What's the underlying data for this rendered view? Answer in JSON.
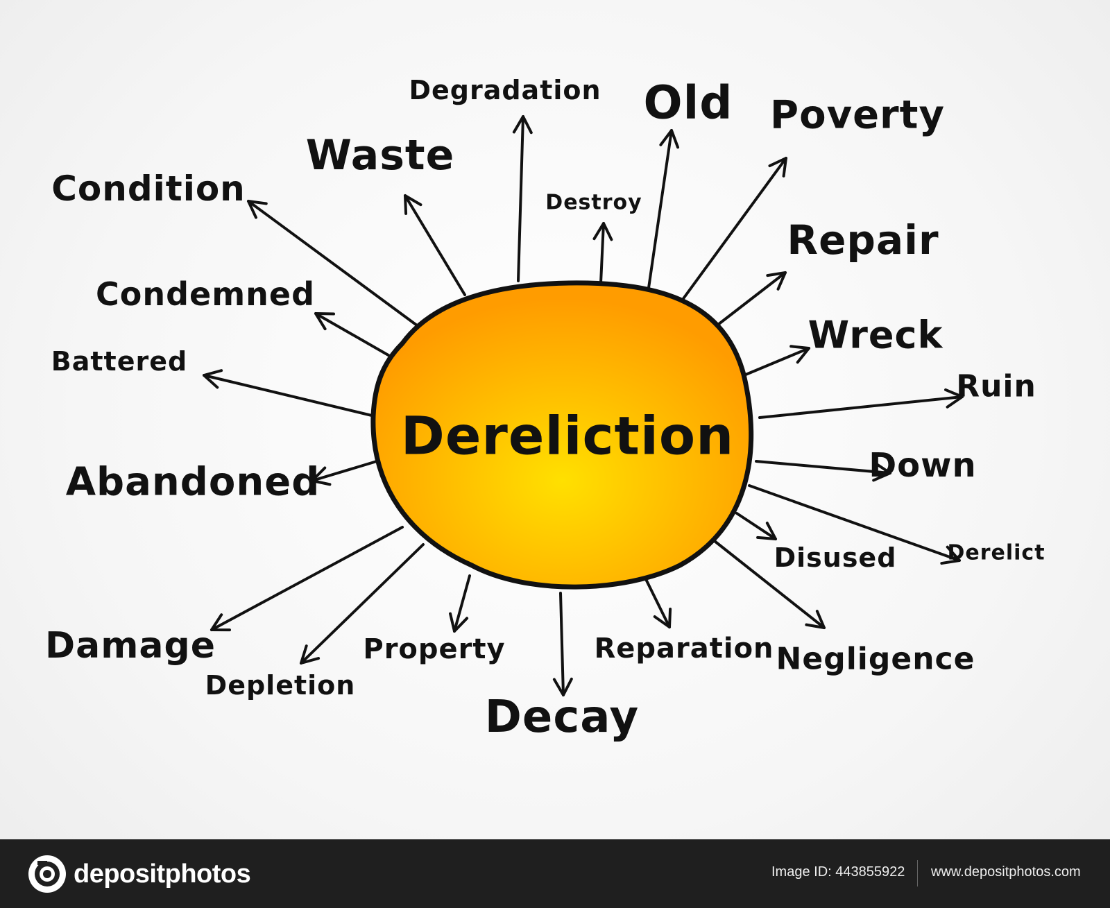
{
  "diagram": {
    "center": "Dereliction",
    "colors": {
      "hub_top": "#ff9a00",
      "hub_bottom": "#ffd400",
      "ink": "#111111",
      "footer_bg": "#1f1f1f"
    },
    "words": [
      "Degradation",
      "Old",
      "Poverty",
      "Waste",
      "Condition",
      "Destroy",
      "Repair",
      "Condemned",
      "Wreck",
      "Battered",
      "Ruin",
      "Down",
      "Abandoned",
      "Disused",
      "Derelict",
      "Damage",
      "Depletion",
      "Property",
      "Decay",
      "Reparation",
      "Negligence"
    ]
  },
  "footer": {
    "brand": "depositphotos",
    "brand_icon": "camera-logo-icon",
    "image_id": "Image ID: 443855922",
    "url": "www.depositphotos.com"
  }
}
